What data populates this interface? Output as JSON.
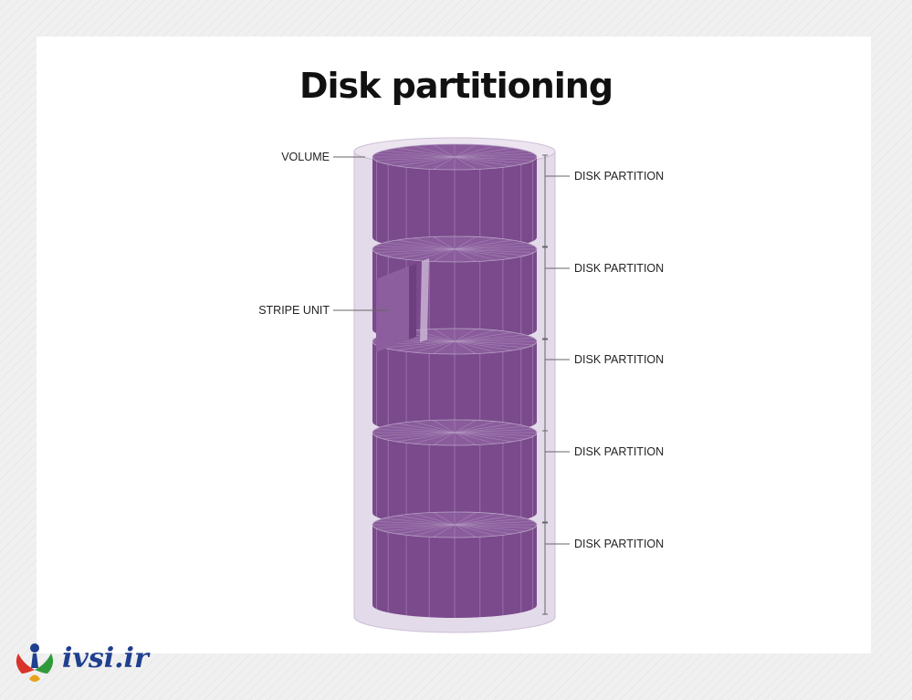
{
  "title": "Disk partitioning",
  "labels": {
    "volume": "VOLUME",
    "stripe_unit": "STRIPE UNIT",
    "partitions": [
      "DISK PARTITION",
      "DISK PARTITION",
      "DISK PARTITION",
      "DISK PARTITION",
      "DISK PARTITION"
    ]
  },
  "colors": {
    "partition_side": "#7a4a8c",
    "partition_top": "#8a5c9c",
    "volume_shell": "#e2d8e8",
    "grid_line": "#b9a3c6"
  },
  "watermark": {
    "text": "ivsi.ir"
  }
}
